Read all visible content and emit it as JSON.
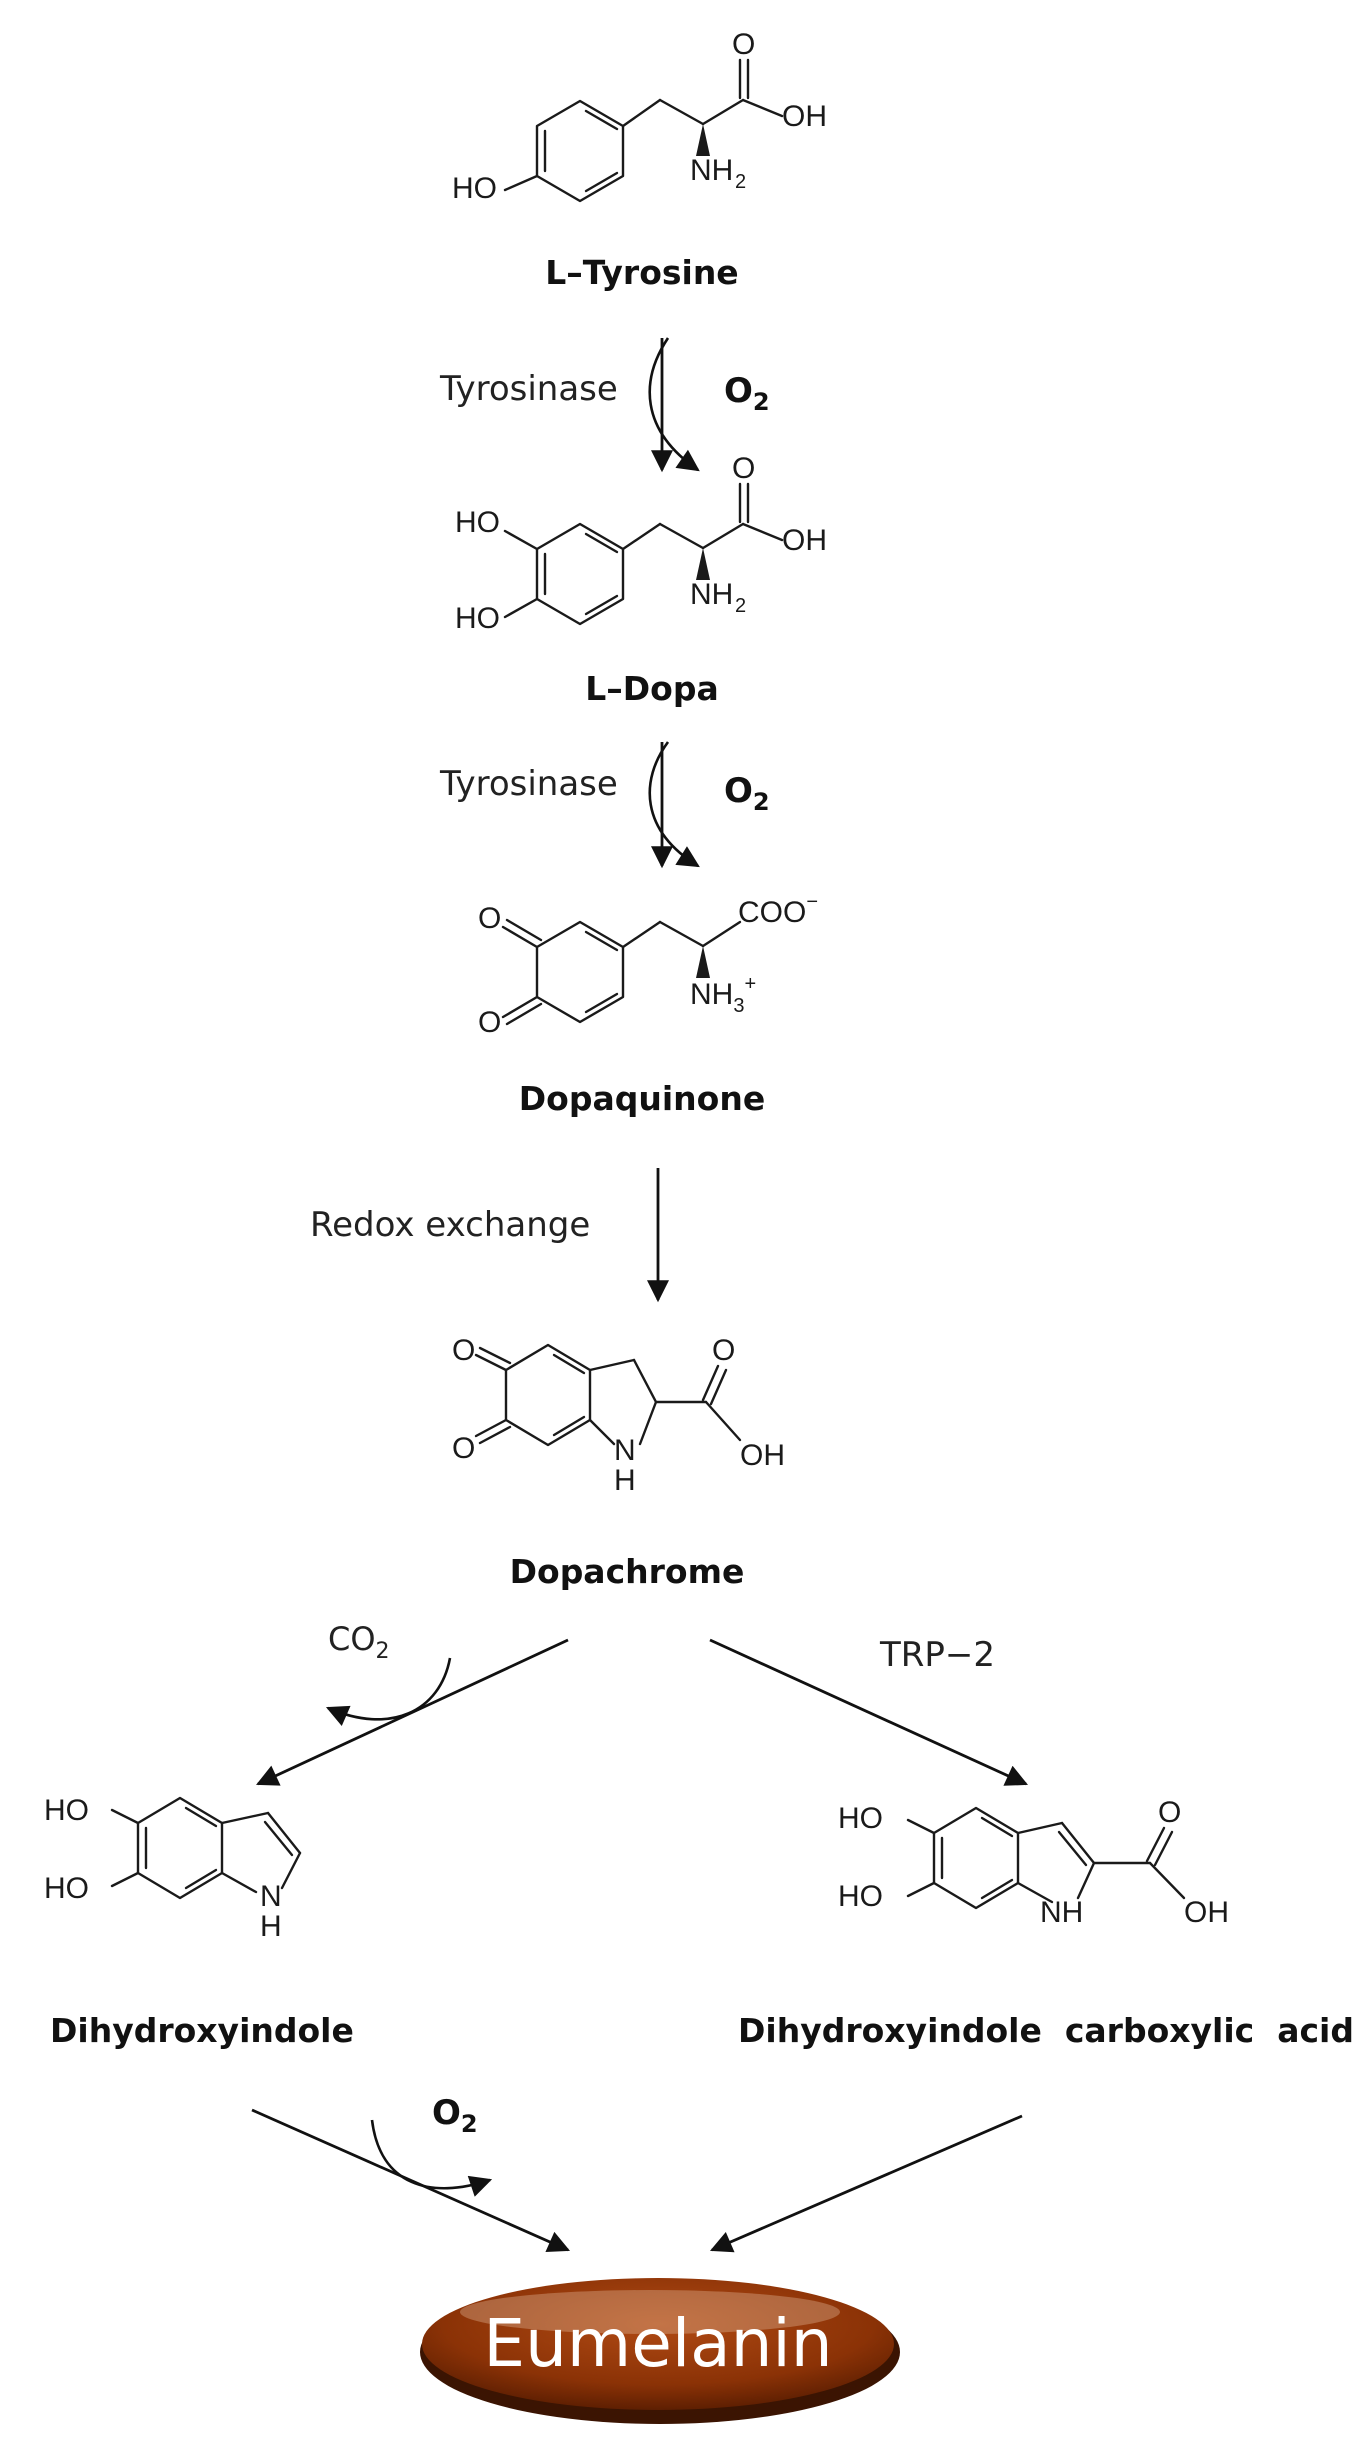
{
  "compounds": {
    "tyrosine": {
      "name": "L–Tyrosine",
      "ho": "HO",
      "oh": "OH",
      "o": "O",
      "nh": "NH",
      "nh_sub": "2"
    },
    "dopa": {
      "name": "L–Dopa",
      "ho1": "HO",
      "ho2": "HO",
      "oh": "OH",
      "o": "O",
      "nh": "NH",
      "nh_sub": "2"
    },
    "dopaquinone": {
      "name": "Dopaquinone",
      "o1": "O",
      "o2": "O",
      "coo": "COO",
      "coo_sup": "−",
      "nh": "NH",
      "nh_sub": "3",
      "nh_sup": "+"
    },
    "dopachrome": {
      "name": "Dopachrome",
      "o1": "O",
      "o2": "O",
      "o3": "O",
      "oh": "OH",
      "n": "N",
      "h": "H"
    },
    "dhi": {
      "name": "Dihydroxyindole",
      "ho1": "HO",
      "ho2": "HO",
      "n": "N",
      "h": "H"
    },
    "dhica": {
      "name": "Dihydroxyindole  carboxylic  acid",
      "ho1": "HO",
      "ho2": "HO",
      "o": "O",
      "oh": "OH",
      "nh": "NH"
    }
  },
  "steps": {
    "step1": {
      "enzyme": "Tyrosinase",
      "reagent": "O",
      "reagent_sub": "2"
    },
    "step2": {
      "enzyme": "Tyrosinase",
      "reagent": "O",
      "reagent_sub": "2"
    },
    "step3": {
      "label": "Redox exchange"
    },
    "step4_left": {
      "byproduct": "CO",
      "byproduct_sub": "2"
    },
    "step4_right": {
      "enzyme": "TRP−2"
    },
    "step5_left": {
      "reagent": "O",
      "reagent_sub": "2"
    }
  },
  "product": {
    "label": "Eumelanin",
    "fill": "#8b3206",
    "highlight": "#e9c4a6"
  }
}
